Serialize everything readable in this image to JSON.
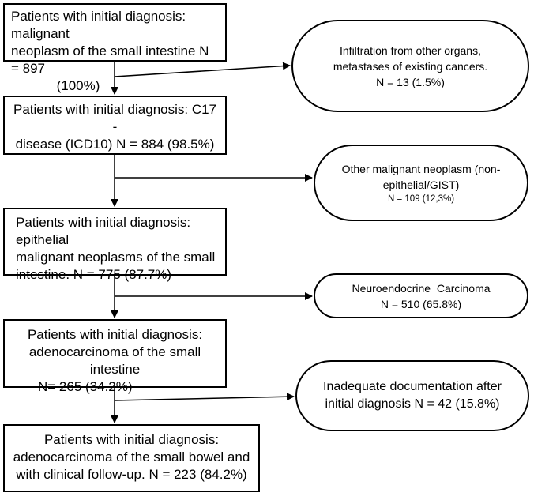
{
  "main_boxes": [
    {
      "lines": [
        "Patients with initial diagnosis: malignant",
        "neoplasm of the small intestine N = 897",
        "(100%)"
      ]
    },
    {
      "lines": [
        "Patients with initial diagnosis: C17 -",
        "disease (ICD10) N = 884 (98.5%)"
      ]
    },
    {
      "lines": [
        "Patients with initial diagnosis: epithelial",
        "malignant neoplasms of the small",
        "intestine. N = 775 (87.7%)"
      ]
    },
    {
      "lines": [
        "Patients with initial diagnosis:",
        "adenocarcinoma of the small intestine",
        "N= 265 (34.2%)"
      ]
    },
    {
      "lines": [
        "Patients with initial diagnosis:",
        "adenocarcinoma of the small bowel and",
        "with clinical follow-up. N = 223 (84.2%)"
      ]
    }
  ],
  "exclusions": [
    {
      "lines": [
        "Infiltration from other organs,",
        "metastases of existing cancers.",
        "N = 13 (1.5%)"
      ]
    },
    {
      "lines": [
        "Other malignant neoplasm (non-",
        "epithelial/GIST)",
        "N = 109 (12,3%)"
      ]
    },
    {
      "lines": [
        "Neuroendocrine  Carcinoma",
        "N = 510 (65.8%)"
      ]
    },
    {
      "lines": [
        "Inadequate documentation after",
        "initial diagnosis N = 42 (15.8%)"
      ]
    }
  ]
}
